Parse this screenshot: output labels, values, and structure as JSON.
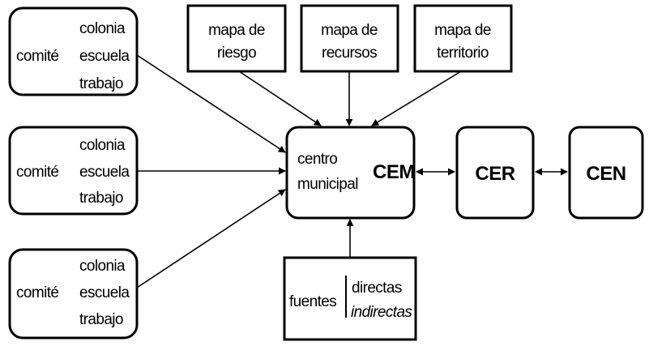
{
  "diagram": {
    "left_groups": [
      {
        "label": "comité",
        "items": [
          "colonia",
          "escuela",
          "trabajo"
        ]
      },
      {
        "label": "comité",
        "items": [
          "colonia",
          "escuela",
          "trabajo"
        ]
      },
      {
        "label": "comité",
        "items": [
          "colonia",
          "escuela",
          "trabajo"
        ]
      }
    ],
    "maps": [
      {
        "lines": [
          "mapa de",
          "riesgo"
        ]
      },
      {
        "lines": [
          "mapa de",
          "recursos"
        ]
      },
      {
        "lines": [
          "mapa de",
          "territorio"
        ]
      }
    ],
    "center": {
      "lines": [
        "centro",
        "municipal"
      ],
      "code": "CEM"
    },
    "regional": {
      "code": "CER"
    },
    "national": {
      "code": "CEN"
    },
    "sources": {
      "label": "fuentes",
      "direct": "directas",
      "indirect": "indirectas"
    }
  }
}
